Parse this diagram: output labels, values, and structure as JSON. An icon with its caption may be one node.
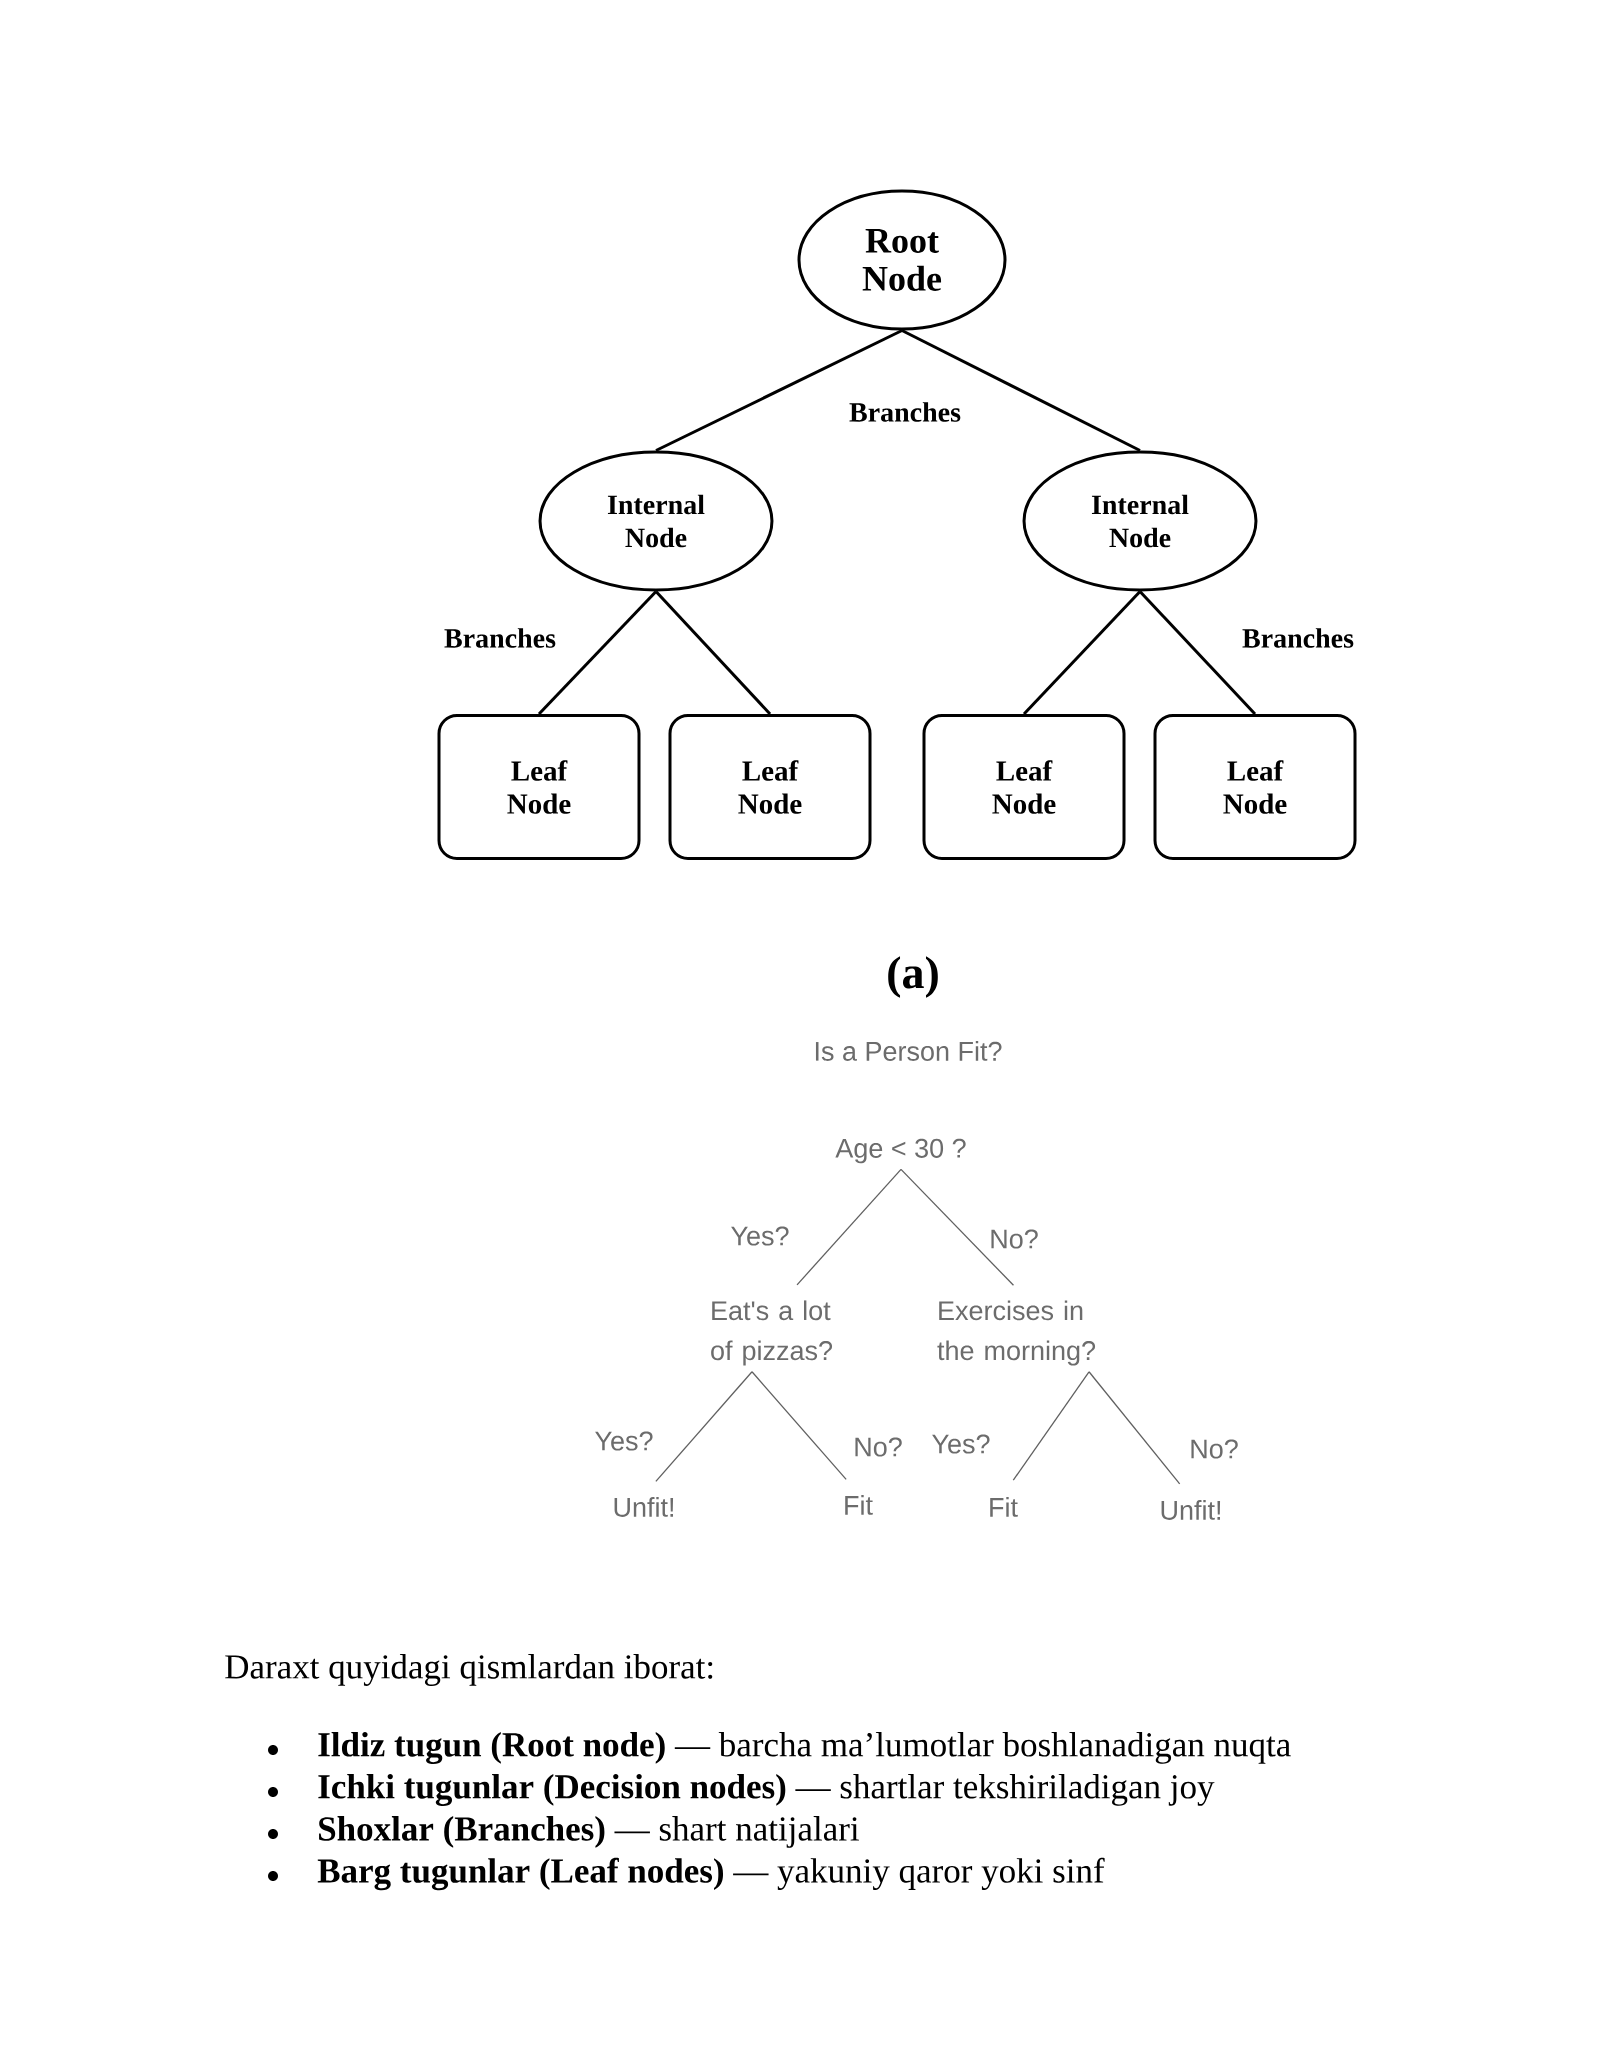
{
  "diagram": {
    "nodes": [
      {
        "text": [
          "Root Node"
        ]
      },
      {
        "text": [
          "Internal Node"
        ]
      },
      {
        "text": [
          "Internal Node"
        ]
      },
      {
        "text": [
          "Leaf Node"
        ]
      },
      {
        "text": [
          "Leaf Node"
        ]
      },
      {
        "text": [
          "Leaf Node"
        ]
      },
      {
        "text": [
          "Leaf Node"
        ]
      },
      {
        "text": [
          "Age < 30 ?"
        ]
      },
      {
        "text": [
          "Eat's a lot of pizzas?"
        ]
      },
      {
        "text": [
          "Exercises in the morning?"
        ]
      },
      {
        "text": [
          "Unfit!"
        ]
      },
      {
        "text": [
          "Fit"
        ]
      },
      {
        "text": [
          "Fit"
        ]
      },
      {
        "text": [
          "Unfit!"
        ]
      }
    ],
    "edges": [
      {
        "from": 0,
        "to": 1,
        "arrow": "none"
      },
      {
        "from": 0,
        "to": 2,
        "arrow": "none"
      },
      {
        "from": 1,
        "to": 3,
        "arrow": "none"
      },
      {
        "from": 1,
        "to": 4,
        "arrow": "none"
      },
      {
        "from": 2,
        "to": 5,
        "arrow": "none"
      },
      {
        "from": 2,
        "to": 6,
        "arrow": "none"
      },
      {
        "from": 7,
        "to": 8,
        "arrow": "none",
        "label": "Yes?",
        "color": "#606060"
      },
      {
        "from": 7,
        "to": 9,
        "arrow": "none",
        "label": "No?",
        "color": "#606060"
      },
      {
        "from": 8,
        "to": 10,
        "arrow": "none",
        "label": "Yes?",
        "color": "#606060"
      },
      {
        "from": 8,
        "to": 11,
        "arrow": "none",
        "label": "No?",
        "color": "#606060"
      },
      {
        "from": 9,
        "to": 12,
        "arrow": "none",
        "label": "Yes?",
        "color": "#606060"
      },
      {
        "from": 9,
        "to": 13,
        "arrow": "none",
        "label": "No?",
        "color": "#606060"
      }
    ],
    "labels": [
      "Branches",
      "Branches",
      "Branches",
      "(a)",
      "Is a Person Fit?",
      "Daraxt quyidagi qismlardan iborat:",
      "**Ildiz tugun (Root node)** — barcha ma’lumotlar boshlanadigan nuqta",
      "**Ichki tugunlar (Decision nodes)** — shartlar tekshiriladigan joy",
      "**Shoxlar (Branches)** — shart natijalari",
      "**Barg tugunlar (Leaf nodes)** — yakuniy qaror yoki sinf"
    ]
  }
}
